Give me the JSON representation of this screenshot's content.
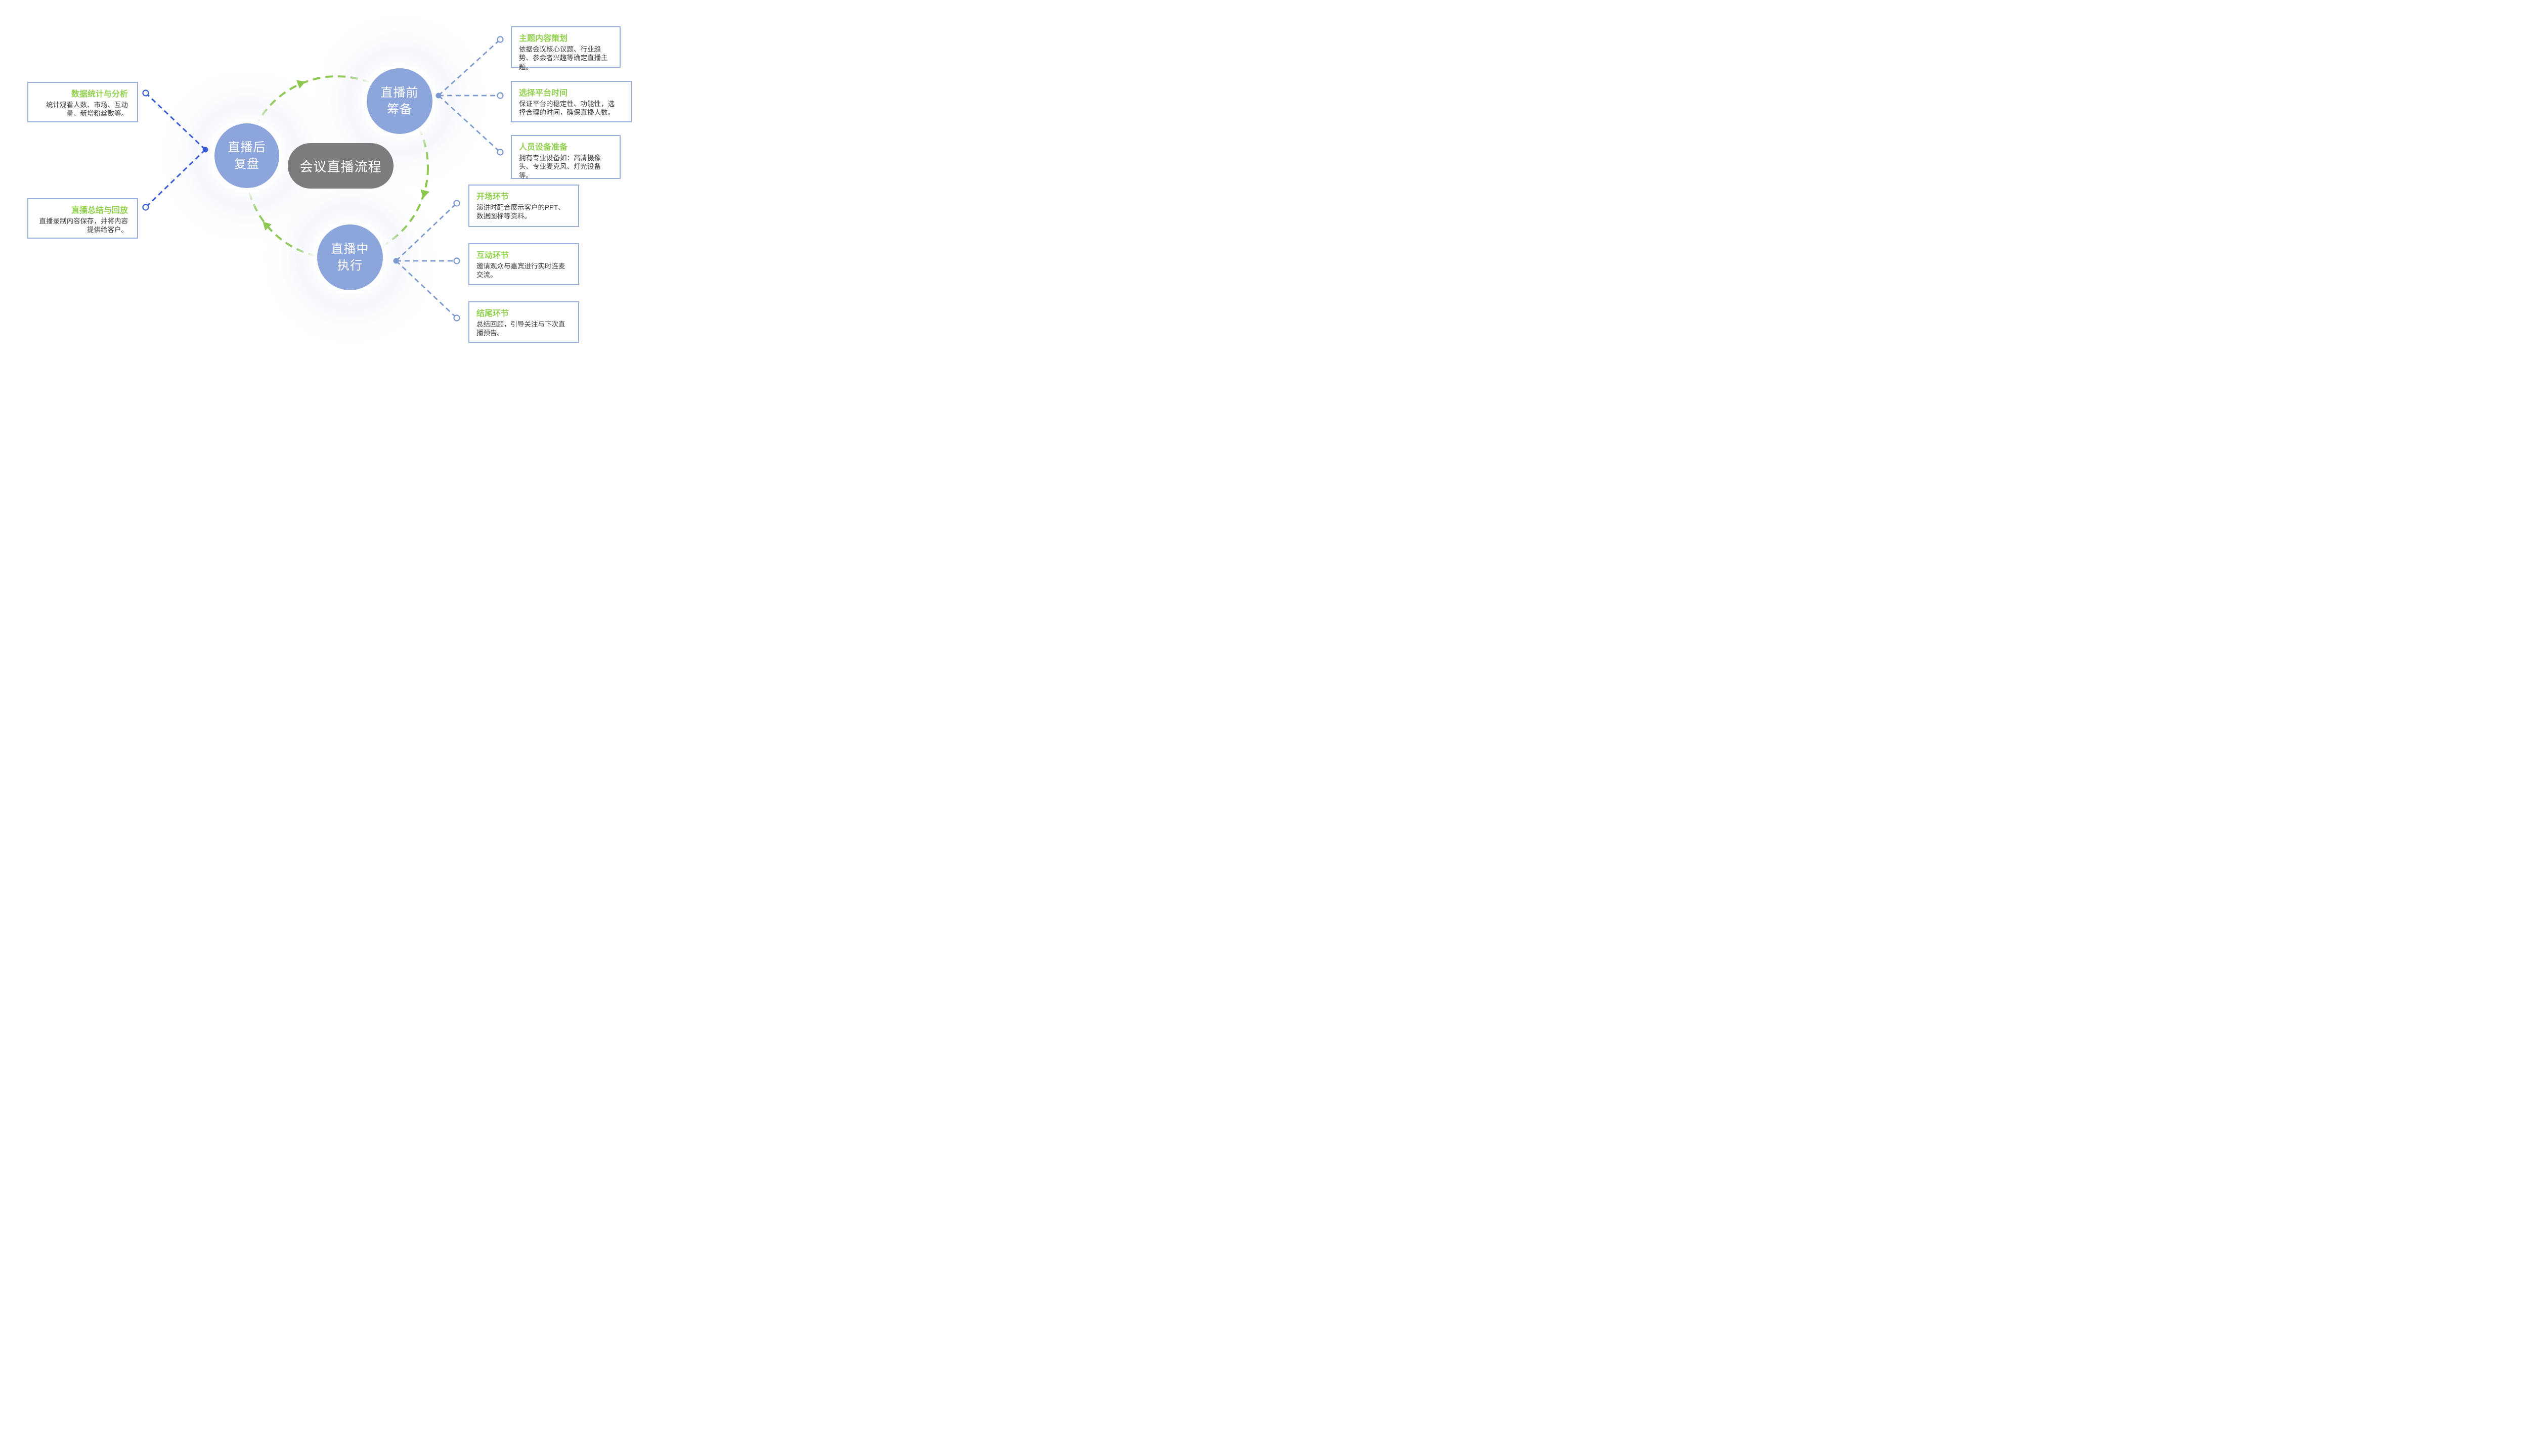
{
  "title": "会议直播流程",
  "center_pill": {
    "label": "会议直播流程"
  },
  "stages": [
    {
      "key": "pre",
      "line1": "直播前",
      "line2": "筹备"
    },
    {
      "key": "during",
      "line1": "直播中",
      "line2": "执行"
    },
    {
      "key": "post",
      "line1": "直播后",
      "line2": "复盘"
    }
  ],
  "pre_boxes": [
    {
      "title": "主题内容策划",
      "body": "依据会议核心议题、行业趋势、参会者兴趣等确定直播主题。"
    },
    {
      "title": "选择平台时间",
      "body": "保证平台的稳定性、功能性，选择合理的时间，确保直播人数。"
    },
    {
      "title": "人员设备准备",
      "body": "拥有专业设备如：高清摄像头、专业麦克风、灯光设备等。"
    }
  ],
  "during_boxes": [
    {
      "title": "开场环节",
      "body": "演讲时配合展示客户的PPT、数据图标等资料。"
    },
    {
      "title": "互动环节",
      "body": "邀请观众与嘉宾进行实时连麦交流。"
    },
    {
      "title": "结尾环节",
      "body": "总结回顾，引导关注与下次直播预告。"
    }
  ],
  "post_boxes": [
    {
      "title": "数据统计与分析",
      "body": "统计观看人数、市场、互动量、新增粉丝数等。"
    },
    {
      "title": "直播总结与回放",
      "body": "直播录制内容保存，并将内容提供给客户。"
    }
  ],
  "colors": {
    "accent_green": "#92D050",
    "cycle_green": "#8CC74D",
    "node_blue": "#8CA5DB",
    "connector_periwinkle": "#7E99CE",
    "connector_royal_blue": "#3A5CD8",
    "card_border": "#9AAFD8",
    "center_gray": "#7C7C7E",
    "body_text": "#3F3F3F",
    "background": "#FFFFFF"
  }
}
